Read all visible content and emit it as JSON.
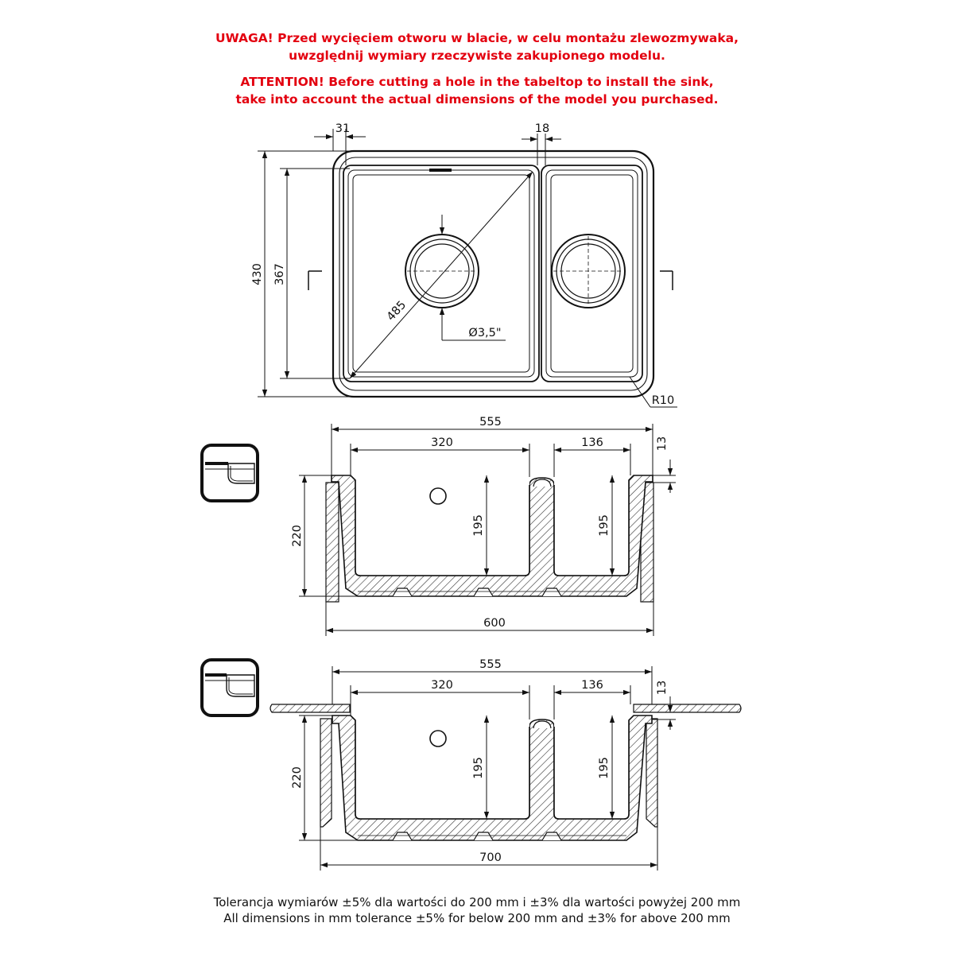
{
  "warnings": {
    "pl_line1": "UWAGA! Przed wycięciem otworu w blacie, w celu montażu zlewozmywaka,",
    "pl_line2": "uwzględnij wymiary rzeczywiste zakupionego modelu.",
    "en_line1": "ATTENTION! Before cutting a hole in the tabeltop to install the sink,",
    "en_line2": "take into account the actual dimensions of the model you purchased."
  },
  "top_view": {
    "dim_rim": "31",
    "dim_divider": "18",
    "dim_outer_depth": "430",
    "dim_inner_depth": "367",
    "dim_diagonal": "485",
    "dim_drain": "Ø3,5\"",
    "dim_radius": "R10"
  },
  "section_1": {
    "dim_width": "555",
    "dim_bowl_large": "320",
    "dim_bowl_small": "136",
    "dim_rim_height": "13",
    "dim_height": "220",
    "dim_depth_large": "195",
    "dim_depth_small": "195",
    "dim_cabinet": "600"
  },
  "section_2": {
    "dim_width": "555",
    "dim_bowl_large": "320",
    "dim_bowl_small": "136",
    "dim_rim_height": "13",
    "dim_height": "220",
    "dim_depth_large": "195",
    "dim_depth_small": "195",
    "dim_cabinet": "700"
  },
  "tolerance": {
    "pl": "Tolerancja wymiarów ±5% dla wartości do 200 mm i ±3% dla wartości powyżej 200 mm",
    "en": "All dimensions in mm tolerance ±5% for below 200 mm and ±3% for above 200 mm"
  }
}
